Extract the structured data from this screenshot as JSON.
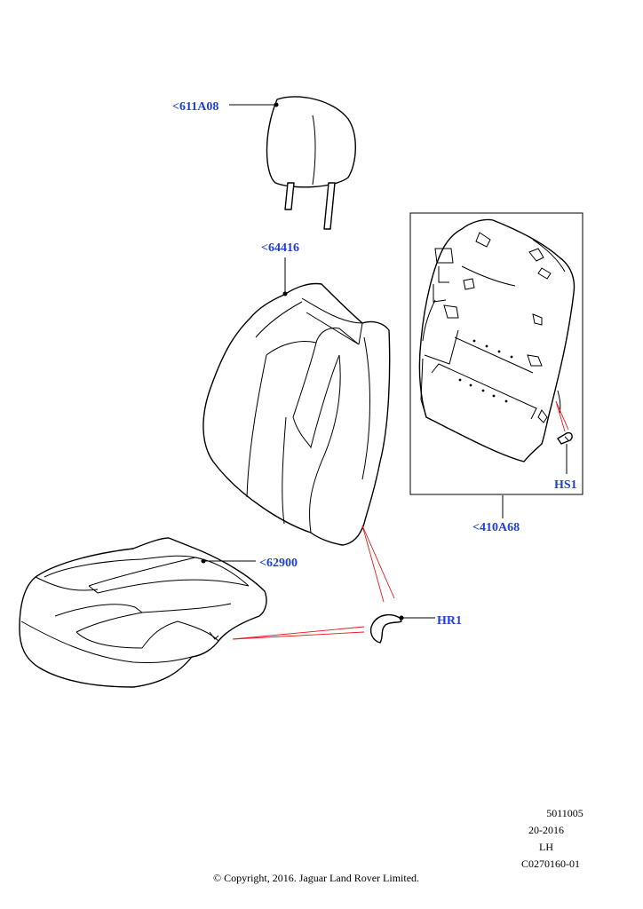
{
  "callouts": {
    "headrest": "<611A08",
    "backrest_cover": "<64416",
    "cushion_cover": "<62900",
    "ring": "HR1",
    "back_panel": "<410A68",
    "screw": "HS1"
  },
  "footer": {
    "ref_number": "5011005",
    "date_code": "20-2016",
    "side": "LH",
    "illustration_id": "C0270160-01",
    "copyright": "© Copyright, 2016. Jaguar Land Rover Limited."
  },
  "colors": {
    "callout_text": "#1f3fd6",
    "leader_red": "#e31b1b",
    "line": "#000000"
  }
}
